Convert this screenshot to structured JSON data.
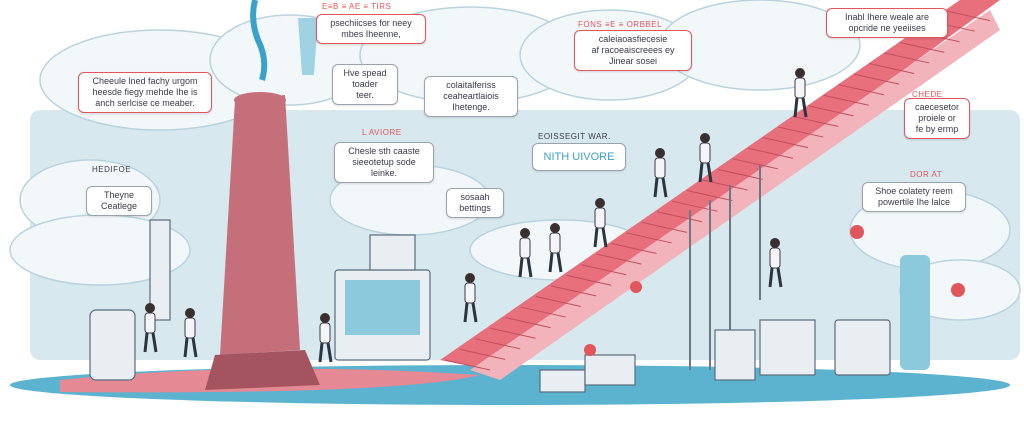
{
  "palette": {
    "sky": "#d7e8ef",
    "cloud": "#f2f7f9",
    "cloud_edge": "#b9d3df",
    "floor": "#5bb3cf",
    "floor_pink": "#e58a95",
    "stair": "#e86f7c",
    "tower": "#c46f7a",
    "accent": "#e2555a"
  },
  "labels": {
    "top_tag": "E≡B ≡ AE ≡ TIRS",
    "top_note": "psechiicses for neey\nmbes Iheenne,",
    "mid_pill": "Hve spead\ntoader\nteer.",
    "left_box": "Cheeule lned fachy urgom\nheesde fiegy mehde Ihe is\nanch serlcise ce meaber.",
    "left_tag": "HEDIFOE",
    "left_small": "Theyne\nCeatlege",
    "tower_tag": "L AVIORE",
    "tower_box": "Chesle sth caaste\nsieeotetup sode\nleinke.",
    "center_box": "colaitalferiss\nceaheartlaiois\nIhetenge.",
    "center_top_tag": "FONS ≡E ≡ ORBBEL",
    "center_top_box": "caleiaoasfiecesie\naf racoeaiscreees ey\nJinear sosei",
    "small_box": "sosaah\nbettings",
    "nith_tag": "EOISSEGIT WAR.",
    "nith": "NITH UIVORE",
    "top_right": "Inabl Ihere weale are\nopcride ne yeeiises",
    "right_tag": "CHEDE",
    "right_note": "caecesetor\nproiele or\nfe by ermp",
    "right_tag2": "DOR AT",
    "right_box": "Shoe colatety reem\npowertile Ihe lalce"
  }
}
